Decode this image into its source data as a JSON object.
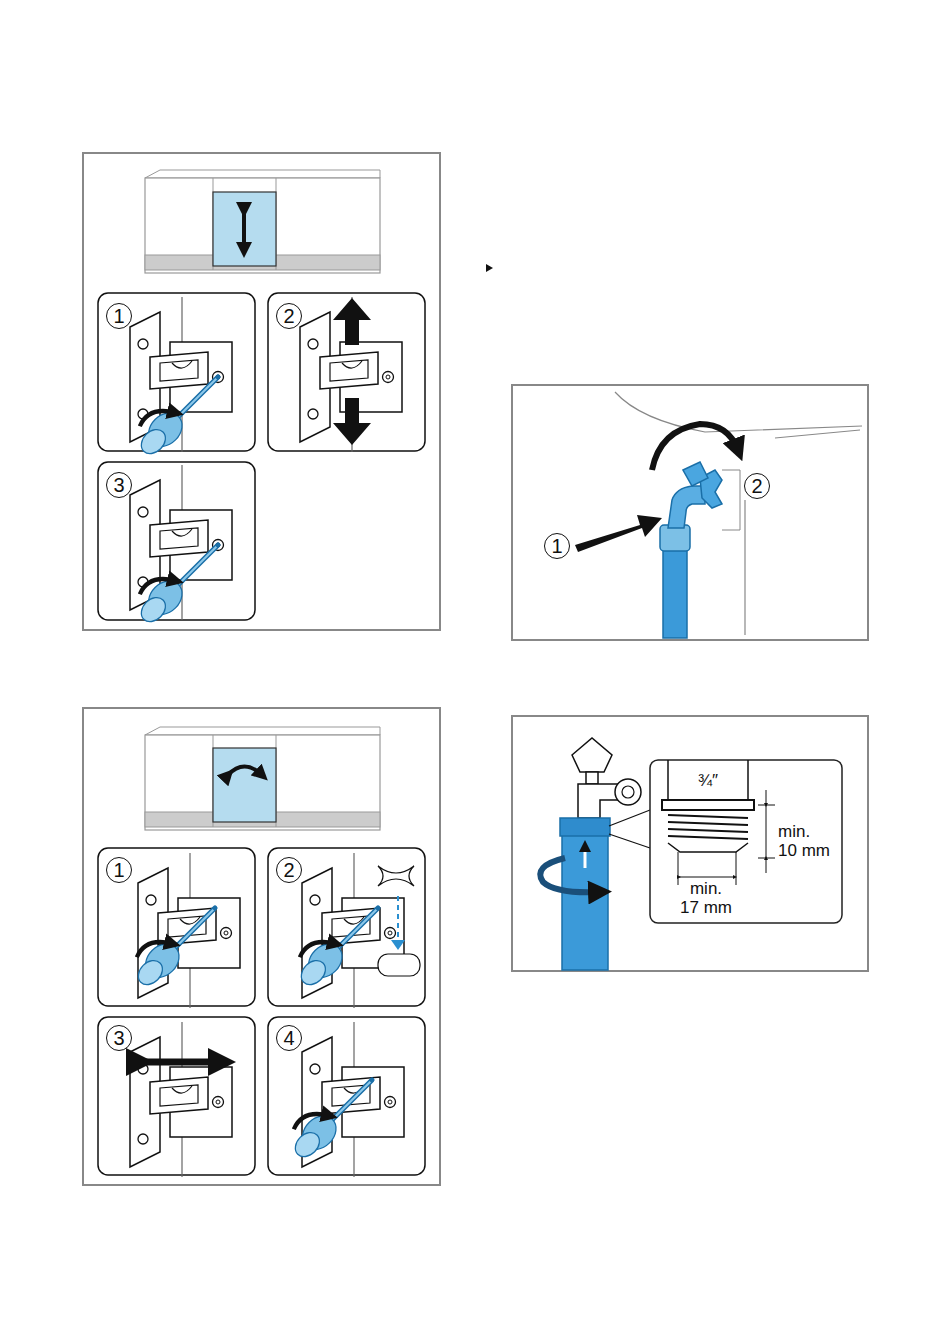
{
  "diagram": {
    "labels": [
      "1",
      "2",
      "3",
      "1",
      "2",
      "3",
      "4",
      "1",
      "2",
      "¾″",
      "min. 10 mm",
      "min. 17 mm"
    ]
  }
}
